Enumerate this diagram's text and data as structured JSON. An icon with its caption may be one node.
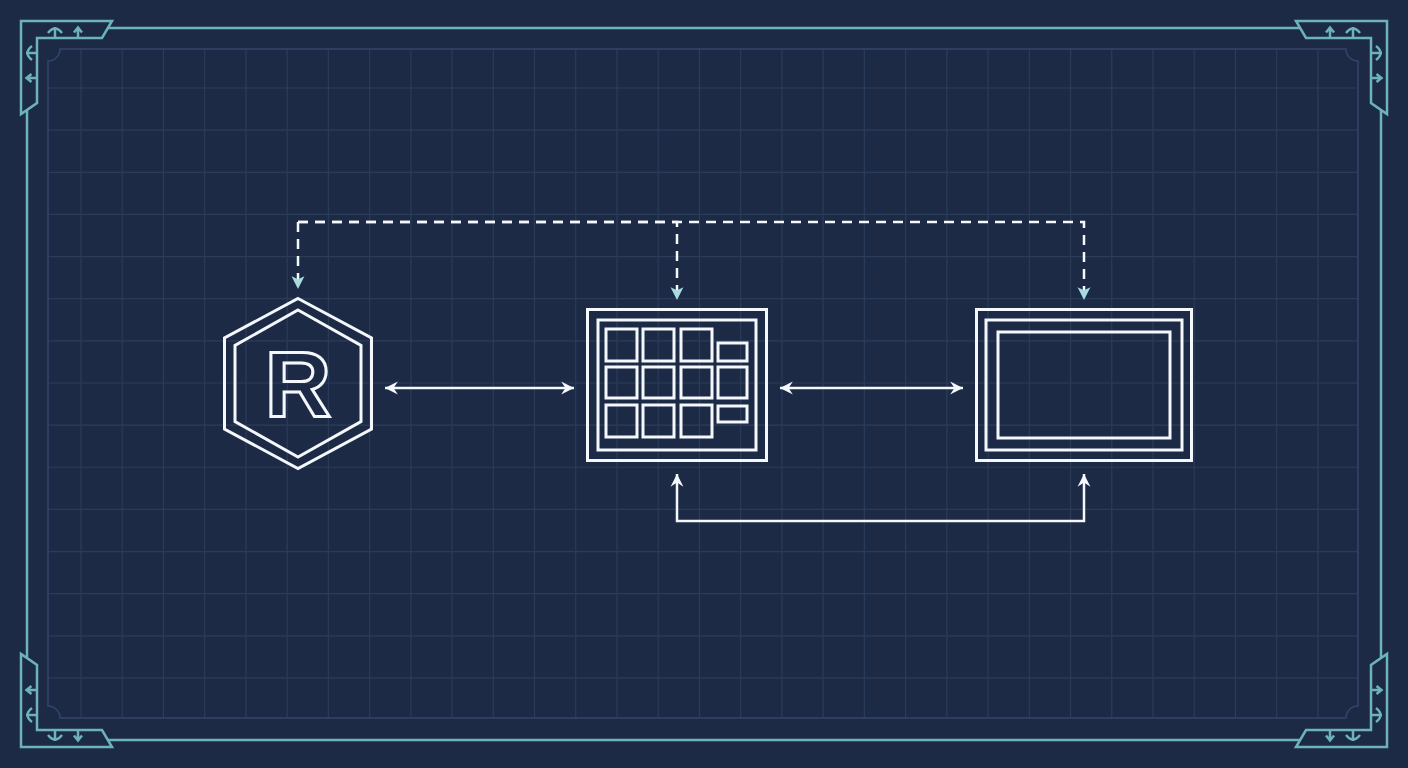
{
  "diagram": {
    "nodes": [
      {
        "text": [
          "R"
        ]
      },
      {
        "text": [],
        "shape": "picture"
      },
      {
        "text": [],
        "shape": "box"
      }
    ],
    "edges": [
      {
        "from": null,
        "to": 0,
        "arrow": "to",
        "style": "dashed"
      },
      {
        "from": null,
        "to": 1,
        "arrow": "to",
        "style": "dashed"
      },
      {
        "from": null,
        "to": 2,
        "arrow": "to",
        "style": "dashed"
      },
      {
        "from": 0,
        "to": 1,
        "arrow": "both"
      },
      {
        "from": 1,
        "to": 2,
        "arrow": "both"
      },
      {
        "from": 1,
        "to": 2,
        "arrow": "both"
      }
    ]
  }
}
